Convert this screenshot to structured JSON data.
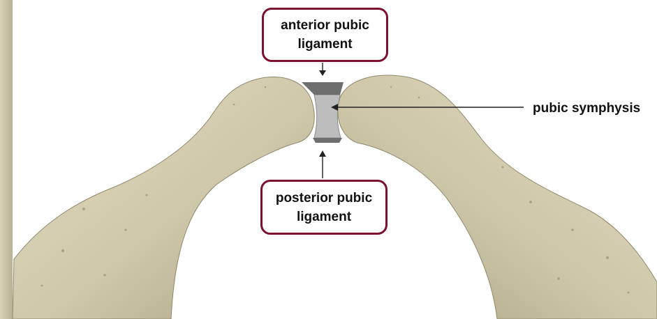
{
  "labels": {
    "anterior": "anterior pubic ligament",
    "posterior": "posterior pubic ligament",
    "symphysis": "pubic symphysis"
  },
  "colors": {
    "bone": "#d7d1b4",
    "bone_shadow": "#aaa386",
    "box_border": "#7b1230",
    "ligament": "#6e6e6e",
    "disc": "#bdbdbd",
    "text": "#111111"
  }
}
